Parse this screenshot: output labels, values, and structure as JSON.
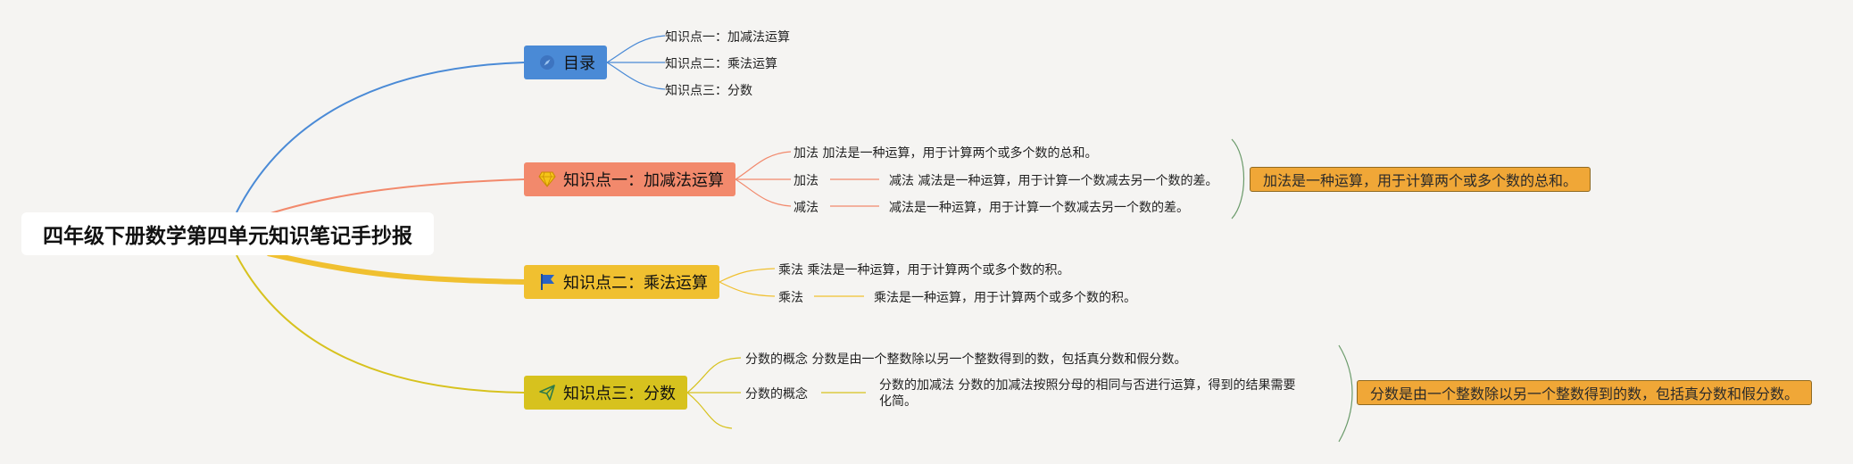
{
  "root": {
    "title": "四年级下册数学第四单元知识笔记手抄报"
  },
  "branches": {
    "catalog": {
      "icon": "compass-icon",
      "label": "目录",
      "color": "#4a8ad6",
      "items": [
        "知识点一：加减法运算",
        "知识点二：乘法运算",
        "知识点三：分数"
      ]
    },
    "addition": {
      "icon": "gem-icon",
      "label": "知识点一：加减法运算",
      "color": "#f2896c",
      "items": [
        "加法 加法是一种运算，用于计算两个或多个数的总和。",
        "加法",
        "减法",
        "减法 减法是一种运算，用于计算一个数减去另一个数的差。",
        "减法是一种运算，用于计算一个数减去另一个数的差。"
      ],
      "summary": "加法是一种运算，用于计算两个或多个数的总和。"
    },
    "multiplication": {
      "icon": "flag-icon",
      "label": "知识点二：乘法运算",
      "color": "#f0c030",
      "items": [
        "乘法 乘法是一种运算，用于计算两个或多个数的积。",
        "乘法",
        "乘法是一种运算，用于计算两个或多个数的积。"
      ]
    },
    "fraction": {
      "icon": "paper-plane-icon",
      "label": "知识点三：分数",
      "color": "#d7c21e",
      "items": [
        "分数的概念 分数是由一个整数除以另一个整数得到的数，包括真分数和假分数。",
        "分数的概念",
        "分数的加减法 分数的加减法按照分母的相同与否进行运算，得到的结果需要化简。"
      ],
      "summary": "分数是由一个整数除以另一个整数得到的数，包括真分数和假分数。"
    }
  }
}
